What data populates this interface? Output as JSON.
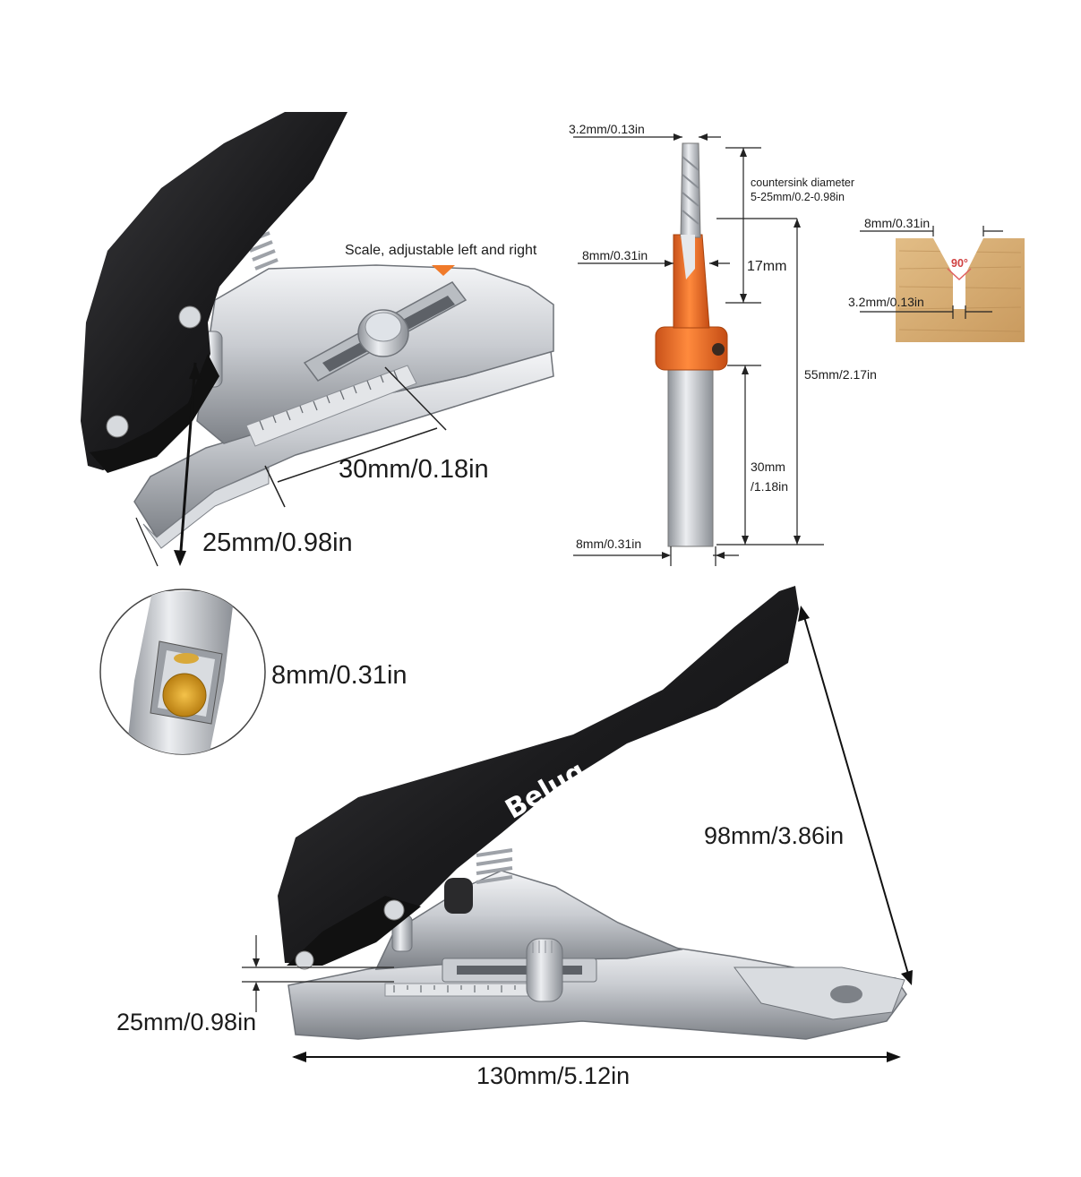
{
  "brand": {
    "logo_text": "Belug"
  },
  "colors": {
    "handle_black": "#1b1b1d",
    "steel": "#c9ccd1",
    "steel_dark": "#7d8187",
    "collar_orange": "#ef6a1e",
    "wood": "#d6ad74",
    "dimension_line": "#222222",
    "marker_orange": "#f07a2a",
    "bit_gray": "#9a9ea4"
  },
  "icons": {
    "punch_top": "hole-punch-closeup-image",
    "countersink": "countersink-drill-bit-image",
    "wood_sample": "countersunk-hole-cross-section-image",
    "hole_detail": "punched-hole-detail-image",
    "punch_full": "hole-punch-full-view-image"
  },
  "labels": {
    "scale_note": "Scale, adjustable left and right",
    "top_width": "30mm/0.18in",
    "top_depth": "25mm/0.98in",
    "hole_diameter": "8mm/0.31in",
    "bit_tip": "3.2mm/0.13in",
    "countersink_title": "countersink diameter",
    "countersink_range": "5-25mm/0.2-0.98in",
    "bit_collar": "8mm/0.31in",
    "bit_17": "17mm",
    "bit_total": "55mm/2.17in",
    "bit_shank_a": "30mm",
    "bit_shank_b": "/1.18in",
    "bit_shank_dia": "8mm/0.31in",
    "wood_top": "8mm/0.31in",
    "wood_angle": "90°",
    "wood_bottom": "3.2mm/0.13in",
    "handle_height": "98mm/3.86in",
    "base_thickness": "25mm/0.98in",
    "total_length": "130mm/5.12in"
  }
}
